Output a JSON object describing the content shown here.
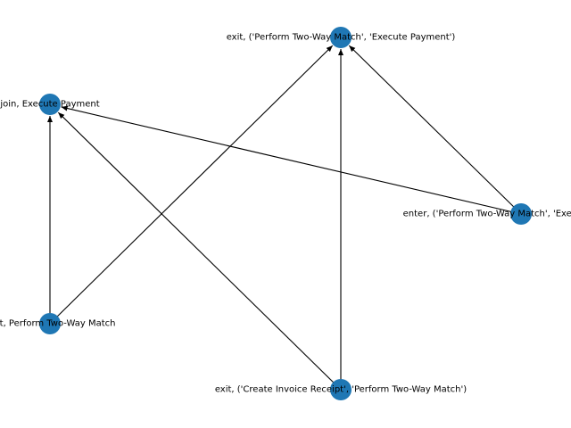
{
  "graph": {
    "node_color": "#1f77b4",
    "edge_color": "#000000",
    "nodes": [
      {
        "id": "exit_twoway_execute",
        "label": "exit, ('Perform Two-Way Match', 'Execute Payment')"
      },
      {
        "id": "join_execute",
        "label": "join, Execute Payment"
      },
      {
        "id": "enter_twoway_execute",
        "label": "enter, ('Perform Two-Way Match', 'Execute Payment')"
      },
      {
        "id": "split_twoway",
        "label": "split, Perform Two-Way Match"
      },
      {
        "id": "exit_create_twoway",
        "label": "exit, ('Create Invoice Receipt', 'Perform Two-Way Match')"
      }
    ],
    "edges": [
      {
        "from": "split_twoway",
        "to": "join_execute"
      },
      {
        "from": "split_twoway",
        "to": "exit_twoway_execute"
      },
      {
        "from": "exit_create_twoway",
        "to": "join_execute"
      },
      {
        "from": "exit_create_twoway",
        "to": "exit_twoway_execute"
      },
      {
        "from": "enter_twoway_execute",
        "to": "join_execute"
      },
      {
        "from": "enter_twoway_execute",
        "to": "exit_twoway_execute"
      }
    ]
  }
}
